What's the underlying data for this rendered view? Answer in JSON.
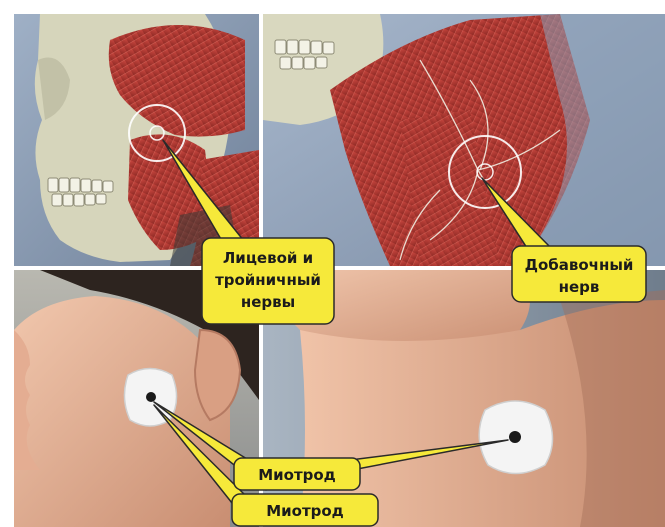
{
  "labels": {
    "facial_trigeminal_line1": "Лицевой и",
    "facial_trigeminal_line2": "тройничный",
    "facial_trigeminal_line3": "нервы",
    "accessory_line1": "Добавочный",
    "accessory_line2": "нерв",
    "myotrode_upper": "Миотрод",
    "myotrode_lower": "Миотрод"
  },
  "colors": {
    "callout_fill": "#f6e93a",
    "callout_stroke": "#2a2a2a",
    "muscle": "#b23a34",
    "bone": "#d9d8bf",
    "skin": "#e9b9a0",
    "background": "#7d8ea6"
  }
}
